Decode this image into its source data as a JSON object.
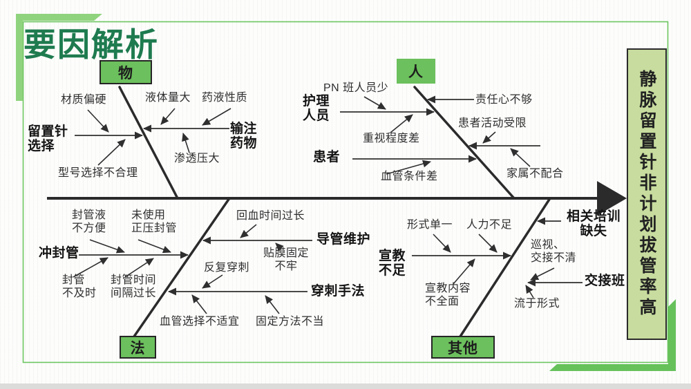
{
  "title": "要因解析",
  "effect": "静脉留置针非计划拔管率高",
  "colors": {
    "accent_green": "#6cc05d",
    "title_green": "#1e7b4f",
    "effect_bg": "#c7dc9e",
    "frame_green": "#6cc55f",
    "bracket_light_green": "#90d37e",
    "line_dark": "#2f2f2f"
  },
  "branches": {
    "material": {
      "category": "物",
      "primary": {
        "needle_selection": "留置针\n选择",
        "infusion_drug": "输注\n药物"
      },
      "secondary": {
        "hard_material": "材质偏硬",
        "wrong_model": "型号选择不合理",
        "large_fluid_volume": "液体量大",
        "drug_property": "药液性质",
        "high_osmotic_pressure": "渗透压大"
      }
    },
    "people": {
      "category": "人",
      "primary": {
        "nursing_staff": "护理\n人员",
        "patient": "患者"
      },
      "secondary": {
        "few_pn_staff": "PN 班人员少",
        "low_attention": "重视程度差",
        "insufficient_responsibility": "责任心不够",
        "limited_patient_activity": "患者活动受限",
        "family_uncooperative": "家属不配合",
        "poor_vessel_condition": "血管条件差"
      }
    },
    "method": {
      "category": "法",
      "primary": {
        "flush_lock": "冲封管",
        "catheter_maintenance": "导管维护",
        "puncture_technique": "穿刺手法"
      },
      "secondary": {
        "lock_solution_inconvenient": "封管液\n不方便",
        "no_positive_pressure_lock": "未使用\n正压封管",
        "lock_not_timely": "封管\n不及时",
        "lock_interval_too_long": "封管时间\n间隔过长",
        "blood_return_too_long": "回血时间过长",
        "dressing_not_secure": "贴膜固定\n不牢",
        "repeated_puncture": "反复穿刺",
        "vessel_choice_unsuitable": "血管选择不适宜",
        "fixation_improper": "固定方法不当"
      }
    },
    "other": {
      "category": "其他",
      "primary": {
        "education_insufficient": "宣教\n不足",
        "training_missing": "相关培训\n缺失",
        "shift_handover": "交接班"
      },
      "secondary": {
        "single_format": "形式单一",
        "manpower_shortage": "人力不足",
        "content_incomplete": "宣教内容\n不全面",
        "rounds_handover_unclear": "巡视、\n交接不清",
        "mere_formality": "流于形式"
      }
    }
  }
}
